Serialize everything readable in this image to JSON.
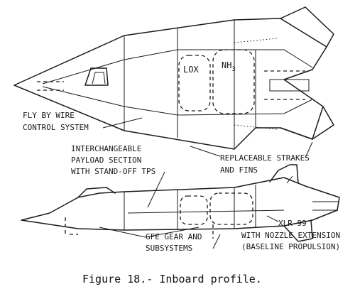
{
  "figure": {
    "caption": "Figure 18.- Inboard profile.",
    "labels": {
      "lox": "LOX",
      "nh3_base": "NH",
      "nh3_sub": "3",
      "fly_by_wire_1": "FLY BY WIRE",
      "fly_by_wire_2": "CONTROL SYSTEM",
      "payload_1": "INTERCHANGEABLE",
      "payload_2": "PAYLOAD SECTION",
      "payload_3": "WITH STAND-OFF TPS",
      "strakes_1": "REPLACEABLE STRAKES",
      "strakes_2": "AND FINS",
      "gfe_1": "GFE GEAR AND",
      "gfe_2": "SUBSYSTEMS",
      "xlr_1": "XLR-99",
      "xlr_2": "WITH NOZZLE EXTENSION",
      "xlr_3": "(BASELINE PROPULSION)"
    }
  }
}
